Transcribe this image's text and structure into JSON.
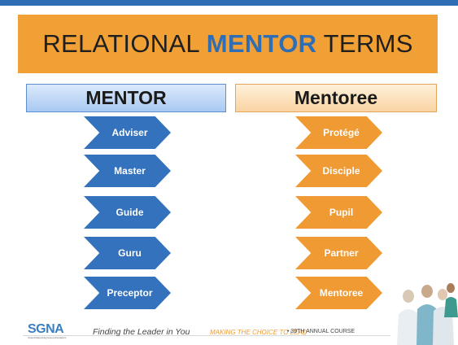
{
  "title": {
    "prefix": "RELATIONAL ",
    "highlight": "MENTOR",
    "suffix": " TERMS"
  },
  "columns": {
    "left": {
      "header": "MENTOR",
      "items": [
        "Adviser",
        "Master",
        "Guide",
        "Guru",
        "Preceptor"
      ]
    },
    "right": {
      "header": "Mentoree",
      "items": [
        "Protégé",
        "Disciple",
        "Pupil",
        "Partner",
        "Mentoree"
      ]
    }
  },
  "footer": {
    "logo": "SGNA",
    "logo_sub": "Society of Gastroenterology Nurses and Associates, Inc.",
    "tagline": "Finding the Leader in You",
    "tagline2": "MAKING THE CHOICE TO LEAD",
    "tagline3": "•  39TH ANNUAL COURSE"
  },
  "colors": {
    "bar": "#2f6db5",
    "title_band": "#f0a035",
    "blue": "#3472bd",
    "orange": "#ef9a32"
  }
}
